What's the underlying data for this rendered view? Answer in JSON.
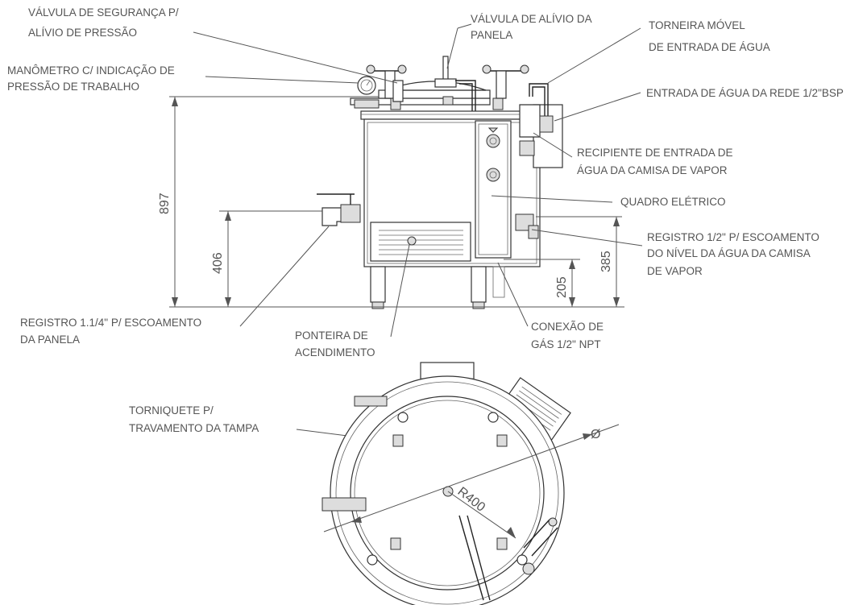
{
  "labels": {
    "safety_valve": [
      "VÁLVULA DE SEGURANÇA P/",
      "ALÍVIO DE PRESSÃO"
    ],
    "relief_valve": [
      "VÁLVULA DE ALÍVIO DA",
      "PANELA"
    ],
    "water_tap": [
      "TORNEIRA MÓVEL",
      "DE ENTRADA DE ÁGUA"
    ],
    "manometer": [
      "MANÔMETRO C/ INDICAÇÃO DE",
      "PRESSÃO DE TRABALHO"
    ],
    "water_inlet": [
      "ENTRADA DE ÁGUA DA REDE 1/2\"BSP"
    ],
    "jacket_container": [
      "RECIPIENTE DE ENTRADA DE",
      "ÁGUA DA CAMISA DE VAPOR"
    ],
    "electric_panel": [
      "QUADRO ELÉTRICO"
    ],
    "jacket_drain": [
      "REGISTRO 1/2\" P/ ESCOAMENTO",
      "DO NÍVEL DA ÁGUA DA CAMISA",
      "DE VAPOR"
    ],
    "pan_drain": [
      "REGISTRO 1.1/4\" P/ ESCOAMENTO",
      "DA PANELA"
    ],
    "ignition_tip": [
      "PONTEIRA DE",
      "ACENDIMENTO"
    ],
    "gas_connection": [
      "CONEXÃO DE",
      "GÁS 1/2\" NPT"
    ],
    "lid_lock": [
      "TORNIQUETE P/",
      "TRAVAMENTO DA TAMPA"
    ]
  },
  "dimensions": {
    "total_height": "897",
    "drain_height": "406",
    "jacket_drain_height": "385",
    "gas_height": "205",
    "diameter": "Ø",
    "radius": "R400"
  }
}
